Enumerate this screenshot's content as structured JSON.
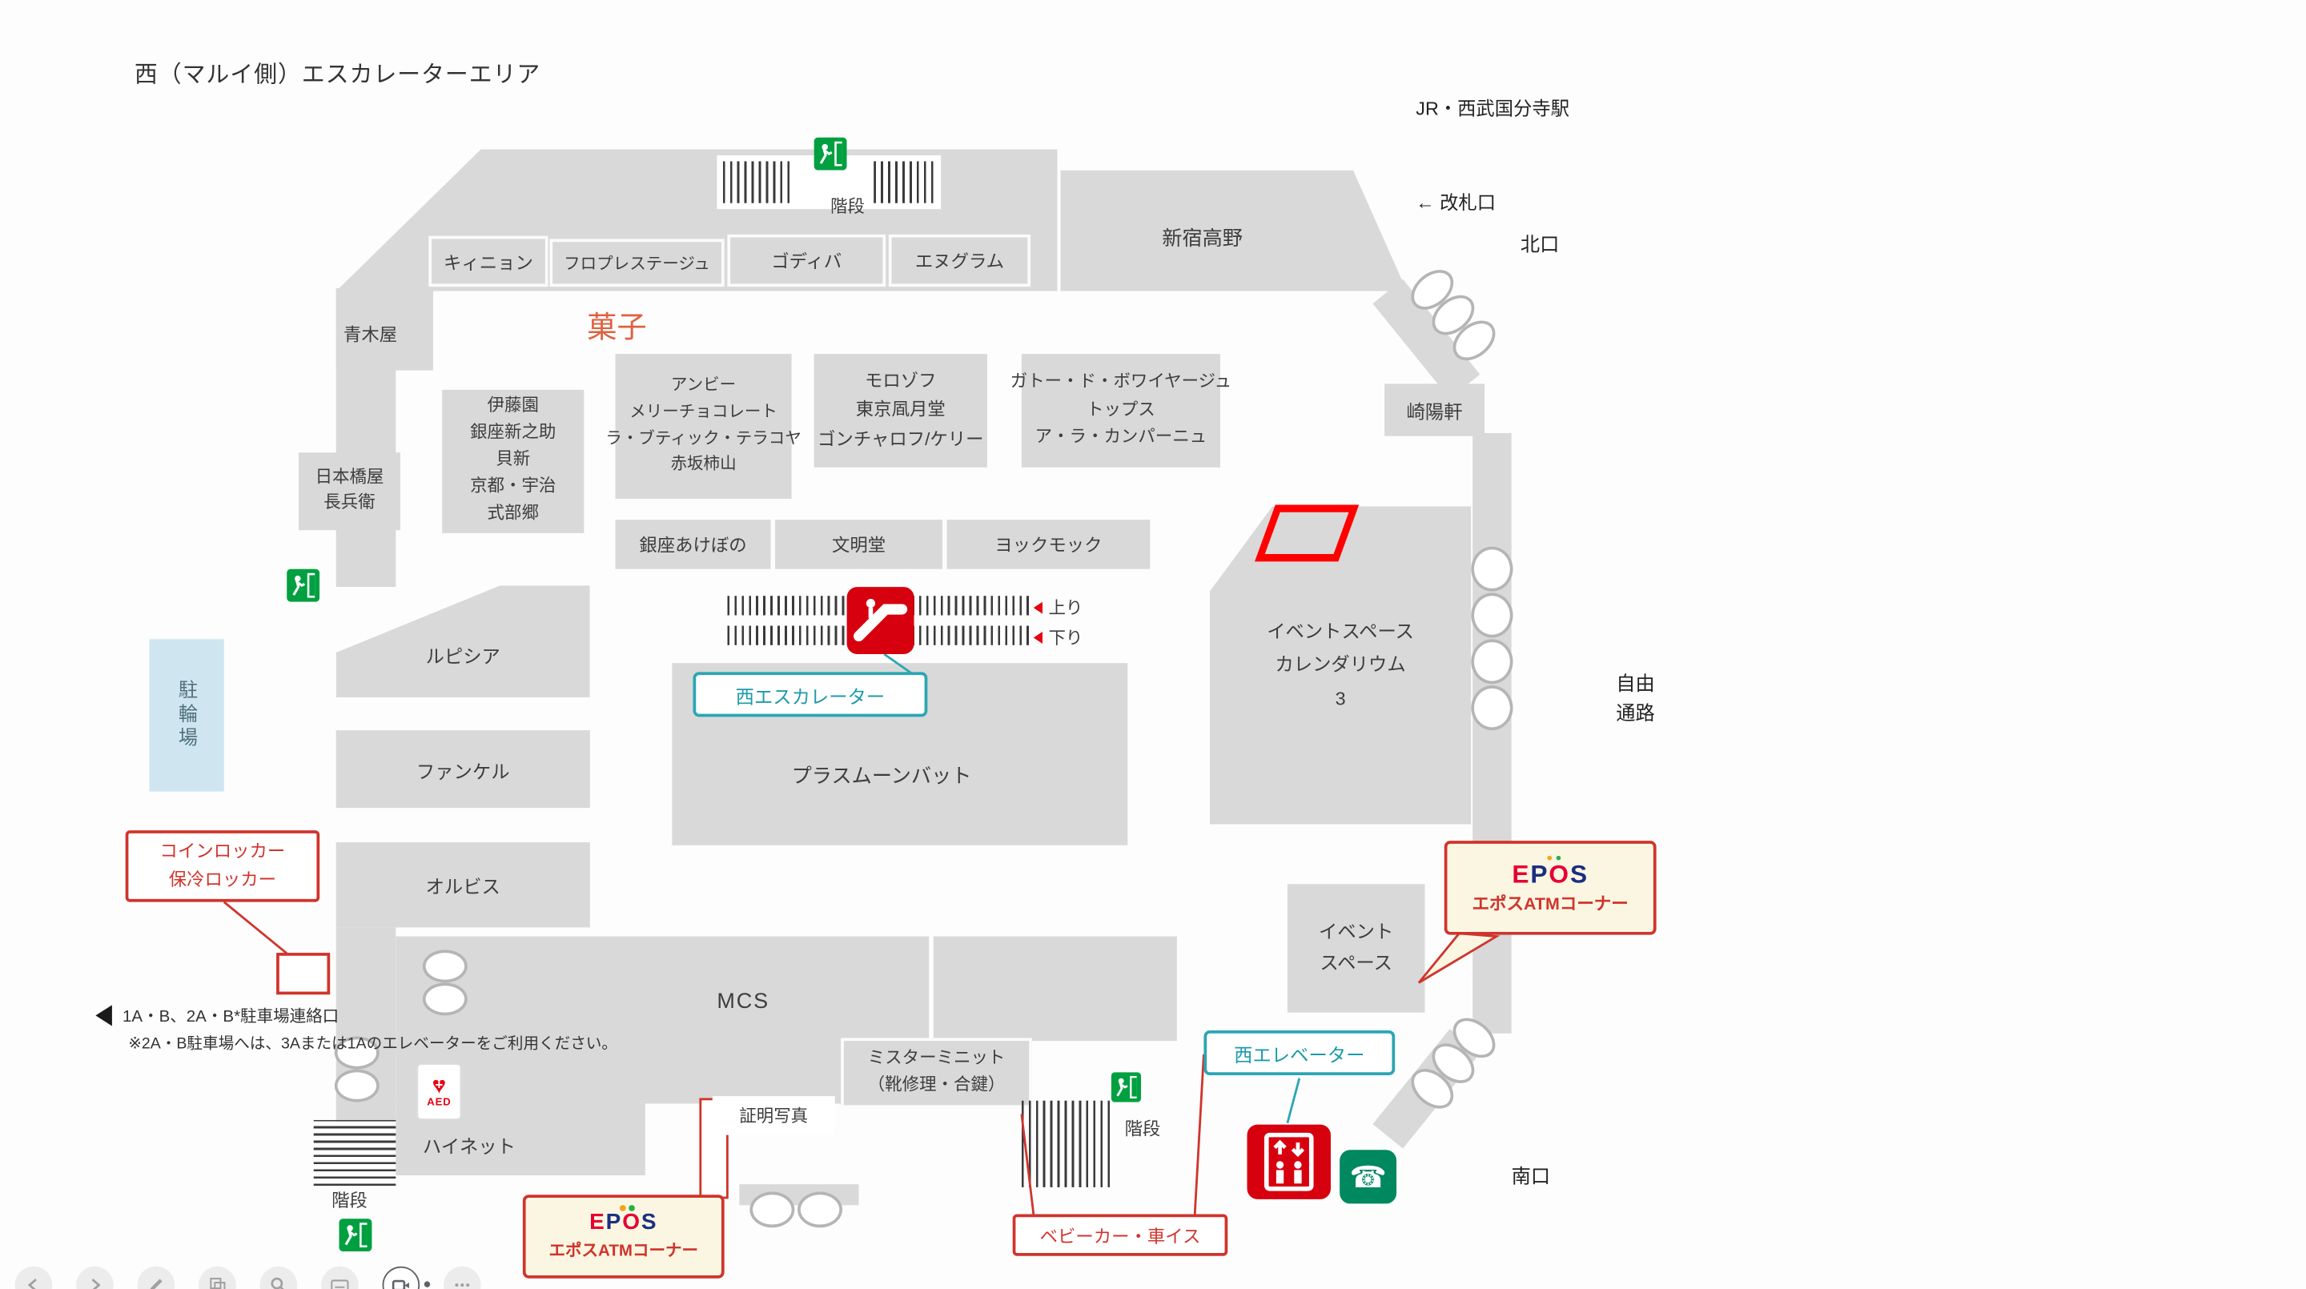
{
  "header": {
    "title": "西（マルイ側）エスカレーターエリア",
    "station_line1": "JR・西武国分寺駅",
    "station_line2": "← 改札口"
  },
  "exits": {
    "north": "北口",
    "south": "南口",
    "free_passage": "自由\n通路"
  },
  "category": {
    "sweets": "菓子"
  },
  "shops": {
    "takano": "新宿高野",
    "quignon": "キィニョン",
    "flo_prestige": "フロプレステージュ",
    "godiva": "ゴディバ",
    "n_gram": "エヌグラム",
    "aokiya": "青木屋",
    "itoen_group": "伊藤園\n銀座新之助\n貝新\n京都・宇治\n式部郷",
    "anby_group": "アンビー\nメリーチョコレート\nラ・ブティック・テラコヤ\n赤坂柿山",
    "morozoff_group": "モロゾフ\n東京凮月堂\nゴンチャロフ/ケリー",
    "gateau_group": "ガトー・ド・ボワイヤージュ\nトップス\nア・ラ・カンパーニュ",
    "kiyoken": "崎陽軒",
    "nihonbashiya_chobei": "日本橋屋\n長兵衛",
    "ginza_akebono": "銀座あけぼの",
    "bunmeido": "文明堂",
    "yoku_moku": "ヨックモック",
    "lupicia": "ルピシア",
    "fancl": "ファンケル",
    "orbis": "オルビス",
    "plus_moonbat": "プラスムーンバット",
    "mcs": "MCS",
    "mister_minit": "ミスターミニット\n（靴修理・合鍵）",
    "hinet": "ハイネット",
    "event_calendarium": "イベントスペース\nカレンダリウム\n3",
    "event_space": "イベント\nスペース"
  },
  "facilities": {
    "stairs": "階段",
    "bicycle_parking": "駐輪場",
    "coin_locker": "コインロッカー\n保冷ロッカー",
    "west_escalator": "西エスカレーター",
    "west_elevator": "西エレベーター",
    "escalator_up": "上り",
    "escalator_down": "下り",
    "id_photo": "証明写真",
    "stroller_wheelchair": "ベビーカー・車イス",
    "aed": "AED"
  },
  "epos": {
    "letters": [
      "E",
      "P",
      "O",
      "S"
    ],
    "atm_label": "エポスATMコーナー"
  },
  "notes": {
    "parking_link": "1A・B、2A・B*駐車場連絡口",
    "parking_note": "※2A・B駐車場へは、3Aまたは1Aのエレベーターをご利用ください。"
  },
  "colors": {
    "block_gray": "#d9d9d9",
    "accent_red": "#d0342c",
    "annotation_red": "#ff0000",
    "teal": "#2aa6b4",
    "icon_red": "#d7000f",
    "exit_green": "#00a040",
    "phone_green": "#00885f",
    "epos_bg": "#fbf6e2",
    "bicycle_blue": "#cfe6f0",
    "category_orange": "#e06040"
  },
  "map_icons": {
    "escalator": "escalator-icon",
    "elevator": "elevator-icon",
    "phone": "phone-icon",
    "emergency_exit": "emergency-exit-icon",
    "aed_heart": "aed-heart-icon"
  },
  "toolbar": {
    "icons": [
      "chevron-left",
      "chevron-right",
      "pencil",
      "copy",
      "search",
      "keyboard",
      "video-camera",
      "ellipsis"
    ]
  }
}
